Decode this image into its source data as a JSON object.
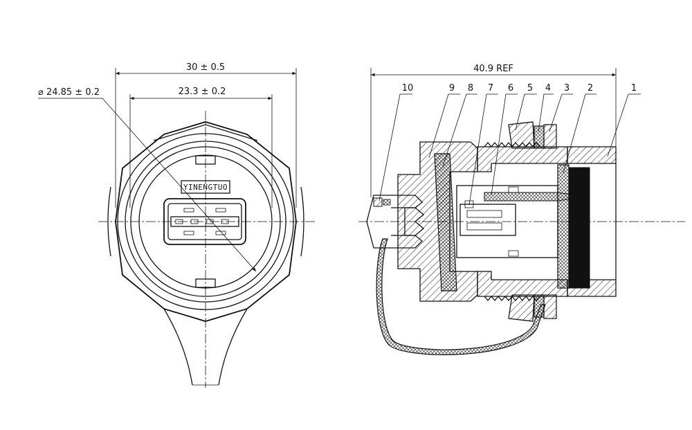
{
  "front_view": {
    "dim_overall_width": "30 ± 0.5",
    "dim_inner_width": "23.3 ± 0.2",
    "dim_diameter": "⌀ 24.85 ± 0.2",
    "brand_label": "YINENGTUO"
  },
  "side_view": {
    "dim_length": "40.9 REF",
    "part_callouts": [
      "10",
      "9",
      "8",
      "7",
      "6",
      "5",
      "4",
      "3",
      "2",
      "1"
    ]
  }
}
